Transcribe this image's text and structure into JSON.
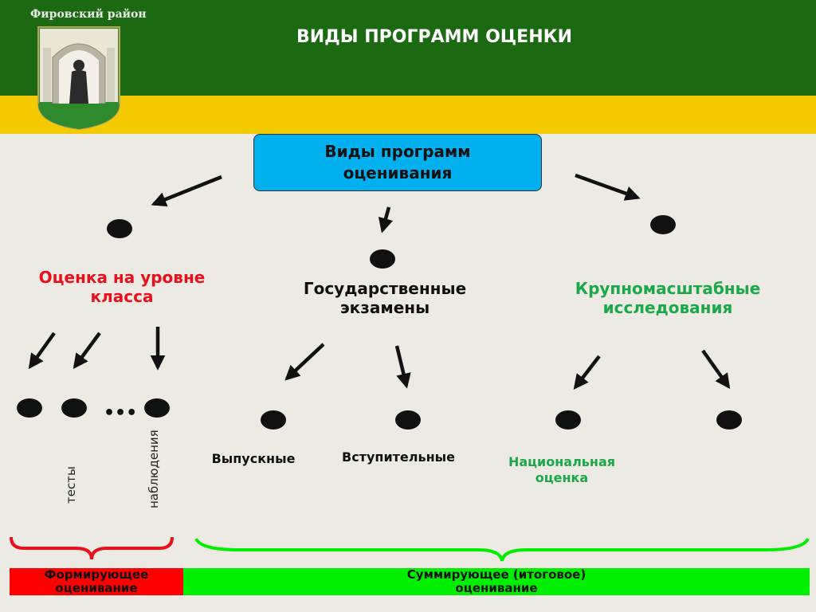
{
  "header": {
    "region": "Фировский район",
    "title": "ВИДЫ ПРОГРАММ ОЦЕНКИ"
  },
  "main_box": {
    "line1": "Виды программ",
    "line2": "оценивания"
  },
  "categories": [
    {
      "line1": "Оценка на уровне",
      "line2": "класса",
      "color": "#e8101c"
    },
    {
      "line1": "Государственные",
      "line2": "экзамены",
      "color": "#111111"
    },
    {
      "line1": "Крупномасштабные",
      "line2": "исследования",
      "color": "#1aa84a"
    }
  ],
  "leaves": {
    "tests": "тесты",
    "observations": "наблюдения",
    "graduation": "Выпускные",
    "entrance": "Вступительные",
    "national_line1": "Национальная",
    "national_line2": "оценка",
    "ellipsis": "•••"
  },
  "bottom": {
    "formative_line1": "Формирующее",
    "formative_line2": "оценивание",
    "formative_color": "#ff0000",
    "summative_line1": "Суммирующее (итоговое)",
    "summative_line2": "оценивание",
    "summative_color": "#00ee00"
  }
}
